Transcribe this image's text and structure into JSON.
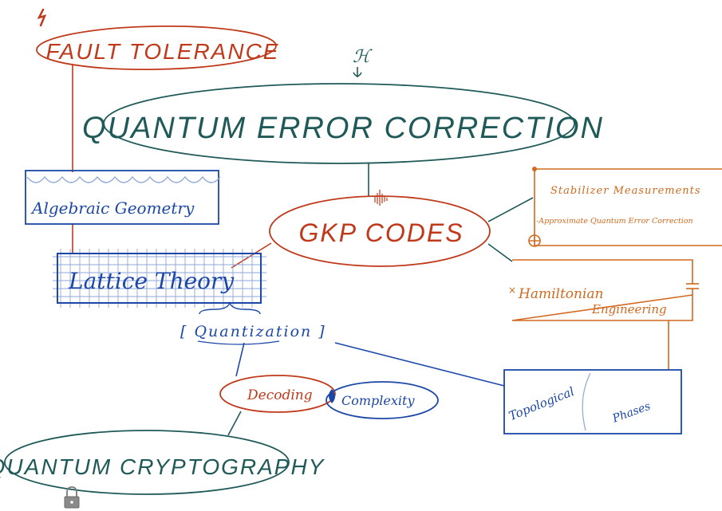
{
  "colors": {
    "red": "#c0391b",
    "teal": "#1f5a58",
    "blue": "#1c47a8",
    "orange": "#d2691e",
    "lightblue": "#8fa6d8",
    "gray": "#7a7a7a"
  },
  "nodes": {
    "fault_tolerance": "FAULT TOLERANCE",
    "h_symbol": "ℋ",
    "qec": "QUANTUM ERROR CORRECTION",
    "gkp": "GKP CODES",
    "algebraic_geometry": "Algebraic Geometry",
    "lattice_theory": "Lattice Theory",
    "stabilizer": "Stabilizer Measurements",
    "approx_qec": "-Approximate Quantum Error Correction",
    "hamiltonian": "Hamiltonian",
    "engineering": "Engineering",
    "quantization": "[ Quantization ]",
    "decoding": "Decoding",
    "complexity": "Complexity",
    "topological": "Topological",
    "phases": "Phases",
    "cryptography": "QUANTUM CRYPTOGRAPHY"
  },
  "icons": {
    "lightning": "lightning-icon",
    "lock": "lock-icon",
    "waveform": "waveform-icon",
    "capacitor": "capacitor-icon"
  }
}
